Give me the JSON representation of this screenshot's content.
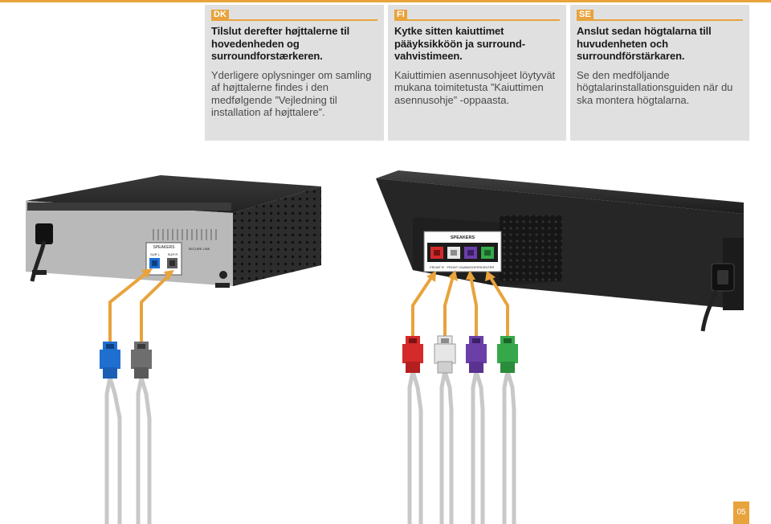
{
  "panels": {
    "dk": {
      "tag": "DK",
      "text_strong": "Tilslut derefter højttalerne til hovedenheden og surroundforstærkeren.",
      "text_light": "Yderligere oplysninger om samling af højttalerne findes i den medfølgende ”Vejledning til installation af højttalere”."
    },
    "fi": {
      "tag": "FI",
      "text_strong": "Kytke sitten kaiuttimet pääyksikköön ja surround-vahvistimeen.",
      "text_light": "Kaiuttimien asennusohjeet löytyvät mukana toimitetusta ”Kaiuttimen asennusohje” -oppaasta."
    },
    "se": {
      "tag": "SE",
      "text_strong": "Anslut sedan högtalarna till huvudenheten och surroundförstärkaren.",
      "text_light": "Se den medföljande högtalarinstallationsguiden när du ska montera högtalarna."
    }
  },
  "amplifier": {
    "speakers_label": "SPEAKERS",
    "port_left": "SUR L",
    "port_right": "SUR R",
    "secure_link": "SECURE LINK"
  },
  "main_unit": {
    "speakers_label": "SPEAKERS",
    "ports": [
      "FRONT R",
      "FRONT L",
      "SUBWOOFER",
      "CENTER"
    ]
  },
  "colors": {
    "accent": "#e8a33c",
    "plug_blue": "#1f6fd1",
    "plug_gray": "#6e6e6e",
    "plug_red": "#d42a2a",
    "plug_white": "#e6e6e6",
    "plug_purple": "#6b3fa8",
    "plug_green": "#36a84a"
  },
  "page_number": "05"
}
